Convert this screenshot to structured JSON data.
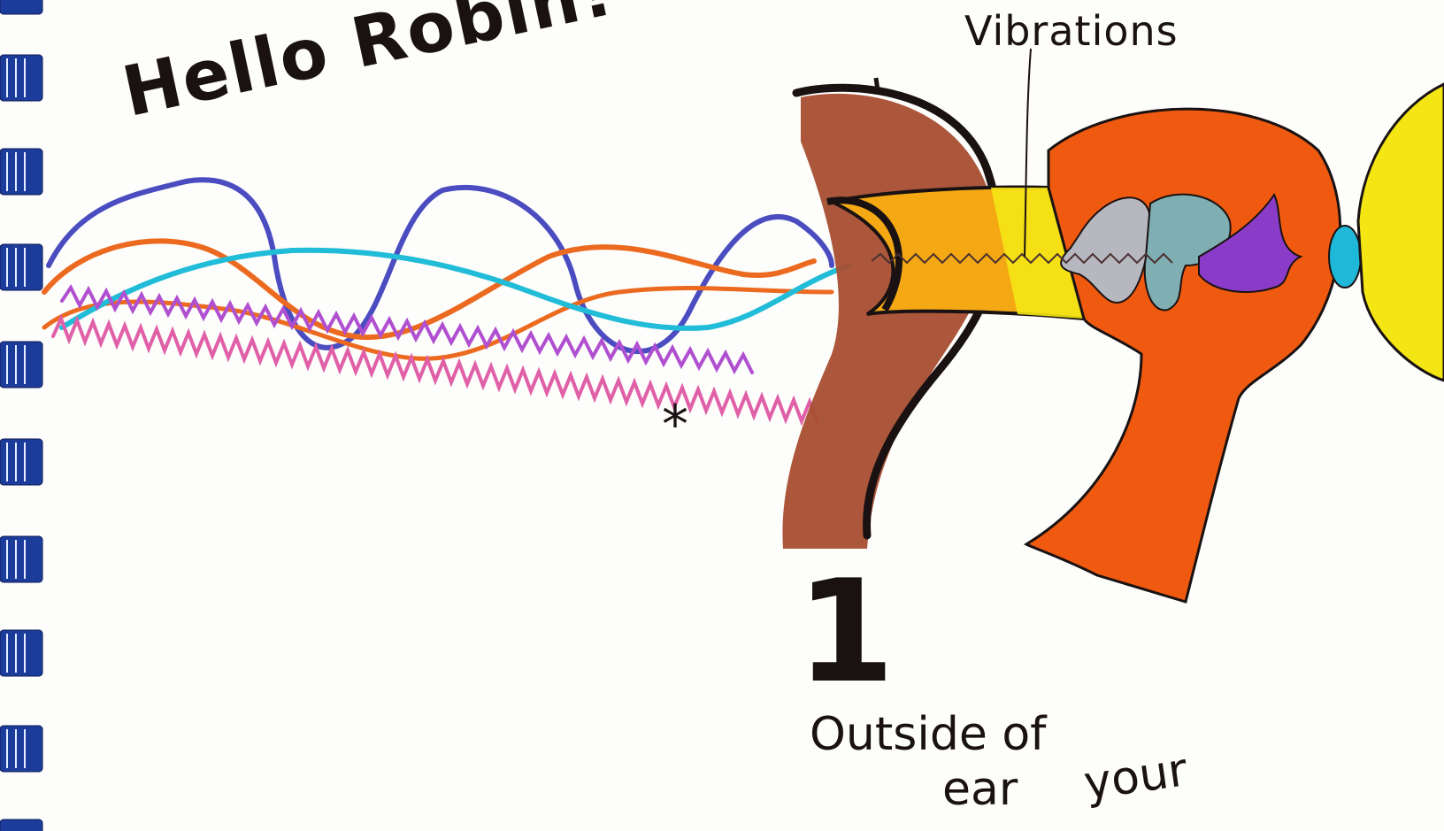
{
  "drawing": {
    "greeting": "Hello Robin!",
    "top_label": "Vibrations",
    "number": "1",
    "caption_line1": "Outside of",
    "caption_line2": "ear",
    "caption_word": "your",
    "marker": "*"
  },
  "colors": {
    "brown": "#a84e30",
    "orange": "#f05a10",
    "yellow": "#f4e614",
    "gray": "#b7b7c0",
    "teal": "#7faeb3",
    "purple": "#8a3cc8",
    "cyan": "#20bcd8",
    "blue_wave": "#4a4cc0",
    "orange_wave": "#ec6a20",
    "pink_wave": "#e060a8",
    "spiral_blue": "#1c3c9c"
  }
}
